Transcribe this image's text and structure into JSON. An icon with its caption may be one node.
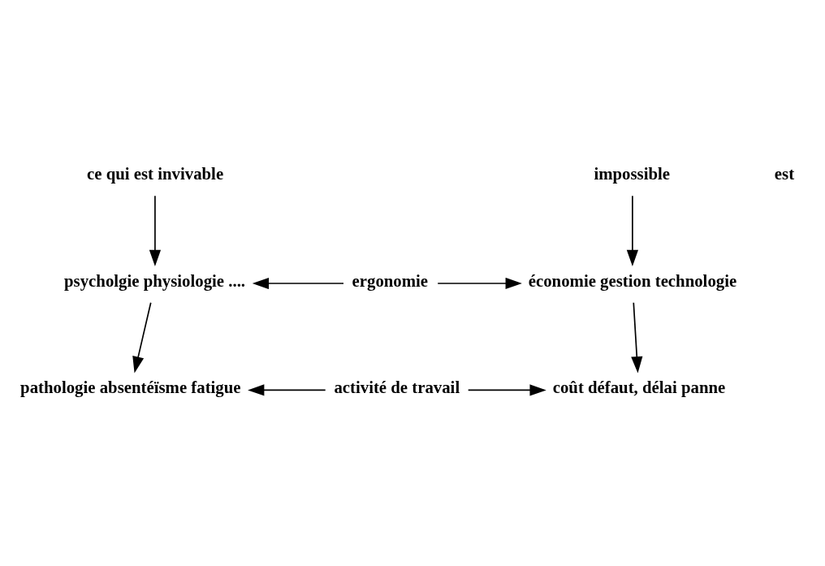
{
  "diagram": {
    "nodes": [
      {
        "text": [
          "ce qui est invivable"
        ]
      },
      {
        "text": [
          "impossible"
        ]
      },
      {
        "text": [
          "psycholgie physiologie ...."
        ]
      },
      {
        "text": [
          "ergonomie"
        ]
      },
      {
        "text": [
          "économie gestion technologie"
        ]
      },
      {
        "text": [
          "pathologie absentéïsme fatigue"
        ]
      },
      {
        "text": [
          "activité de travail"
        ]
      },
      {
        "text": [
          "coût défaut, délai panne"
        ]
      }
    ],
    "edges": [
      {
        "from": 0,
        "to": 2,
        "arrow": "to"
      },
      {
        "from": 1,
        "to": 4,
        "arrow": "to"
      },
      {
        "from": 3,
        "to": 2,
        "arrow": "to"
      },
      {
        "from": 3,
        "to": 4,
        "arrow": "to"
      },
      {
        "from": 2,
        "to": 5,
        "arrow": "to"
      },
      {
        "from": 4,
        "to": 7,
        "arrow": "to"
      },
      {
        "from": 6,
        "to": 5,
        "arrow": "to"
      },
      {
        "from": 6,
        "to": 7,
        "arrow": "to"
      }
    ],
    "labels": [
      "est"
    ]
  }
}
